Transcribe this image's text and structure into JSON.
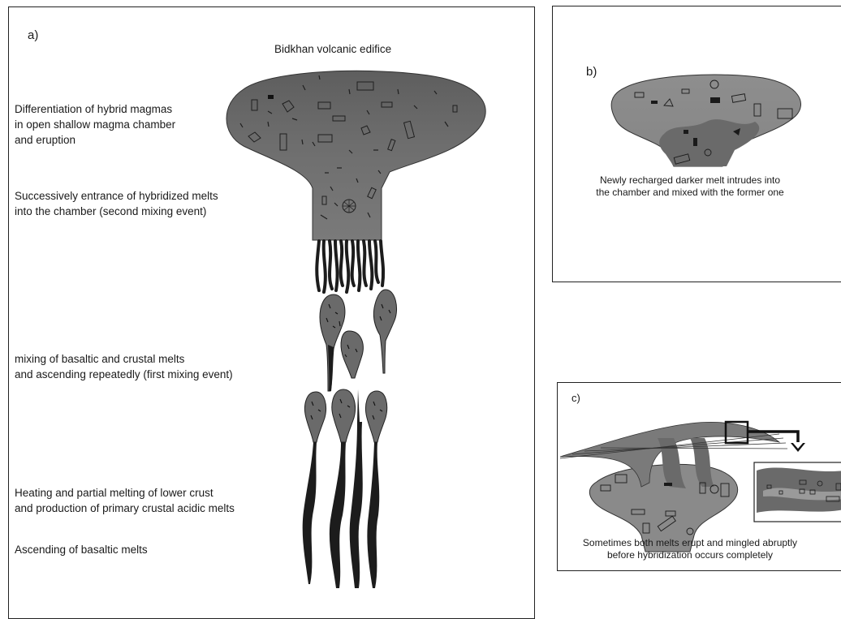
{
  "panel_a": {
    "label": "a)",
    "title": "Bidkhan volcanic edifice",
    "annotations": [
      "Differentiation of hybrid magmas",
      "in open shallow magma chamber",
      "and eruption",
      "Successively entrance of hybridized melts",
      "into the chamber (second mixing event)",
      "mixing of basaltic and crustal melts",
      "and ascending repeatedly (first mixing event)",
      "Heating and partial melting of lower crust",
      "and production of primary crustal acidic melts",
      "Ascending of basaltic melts"
    ]
  },
  "panel_b": {
    "label": "b)",
    "caption": [
      "Newly recharged darker melt intrudes into",
      "the chamber and mixed with the former one"
    ]
  },
  "panel_c": {
    "label": "c)",
    "caption": [
      "Sometimes both melts erupt and mingled abruptly",
      "before hybridization occurs completely"
    ]
  },
  "colors": {
    "magma_light": "#9a9a9a",
    "magma_dark": "#4a4a4a",
    "melt_black": "#1c1c1c",
    "outline": "#222222"
  }
}
